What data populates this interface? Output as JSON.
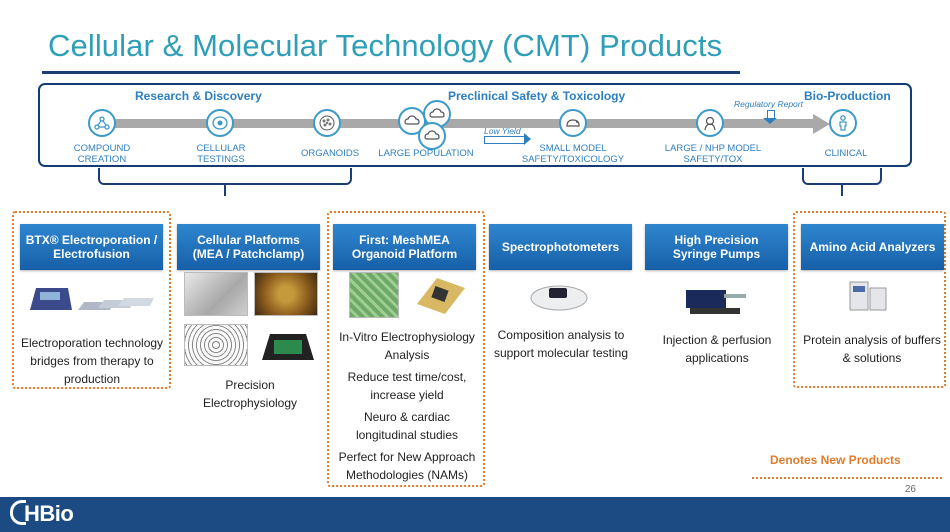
{
  "title": "Cellular & Molecular Technology (CMT) Products",
  "phases": {
    "research": "Research & Discovery",
    "preclinical": "Preclinical Safety & Toxicology",
    "bioproduction": "Bio-Production"
  },
  "stages": {
    "compound": [
      "COMPOUND",
      "CREATION"
    ],
    "cellular": [
      "CELLULAR",
      "TESTINGS"
    ],
    "organoids": "ORGANOIDS",
    "large_population": "LARGE  POPULATION",
    "small_model": [
      "SMALL MODEL",
      "SAFETY/TOXICOLOGY"
    ],
    "large_nhp": [
      "LARGE / NHP MODEL",
      "SAFETY/TOX"
    ],
    "clinical": "CLINICAL"
  },
  "notes": {
    "low_yield": "Low Yield",
    "regulatory_report": "Regulatory Report"
  },
  "icons": [
    "molecule-icon",
    "cell-icon",
    "organoid-icon",
    "cloud-cells-icon",
    "animal-icon",
    "monkey-icon",
    "person-icon"
  ],
  "products": [
    {
      "header": [
        "BTX® Electroporation /",
        "Electrofusion"
      ],
      "desc": [
        "Electroporation technology",
        "bridges from therapy to",
        "production"
      ]
    },
    {
      "header": [
        "Cellular Platforms",
        "(MEA / Patchclamp)"
      ],
      "desc": [
        "Precision",
        "Electrophysiology"
      ]
    },
    {
      "header": [
        "First: MeshMEA",
        "Organoid Platform"
      ],
      "desc": [
        "In-Vitro Electrophysiology",
        "Analysis",
        "Reduce test time/cost,",
        "increase yield",
        "Neuro & cardiac",
        "longitudinal studies",
        "Perfect for New Approach",
        "Methodologies (NAMs)"
      ]
    },
    {
      "header": [
        "Spectrophotometers"
      ],
      "desc": [
        "Composition analysis to",
        "support molecular testing"
      ]
    },
    {
      "header": [
        "High Precision",
        "Syringe Pumps"
      ],
      "desc": [
        "Injection & perfusion",
        "applications"
      ]
    },
    {
      "header": [
        "Amino Acid Analyzers"
      ],
      "desc": [
        "Protein analysis of buffers",
        "& solutions"
      ]
    }
  ],
  "legend": "Denotes New Products",
  "footer": {
    "logo": "HBio",
    "page": "26"
  },
  "colors": {
    "title": "#2f9fb8",
    "navy": "#1c3f73",
    "header_blue": "#1f6fba",
    "accent_orange": "#e07c2c"
  }
}
